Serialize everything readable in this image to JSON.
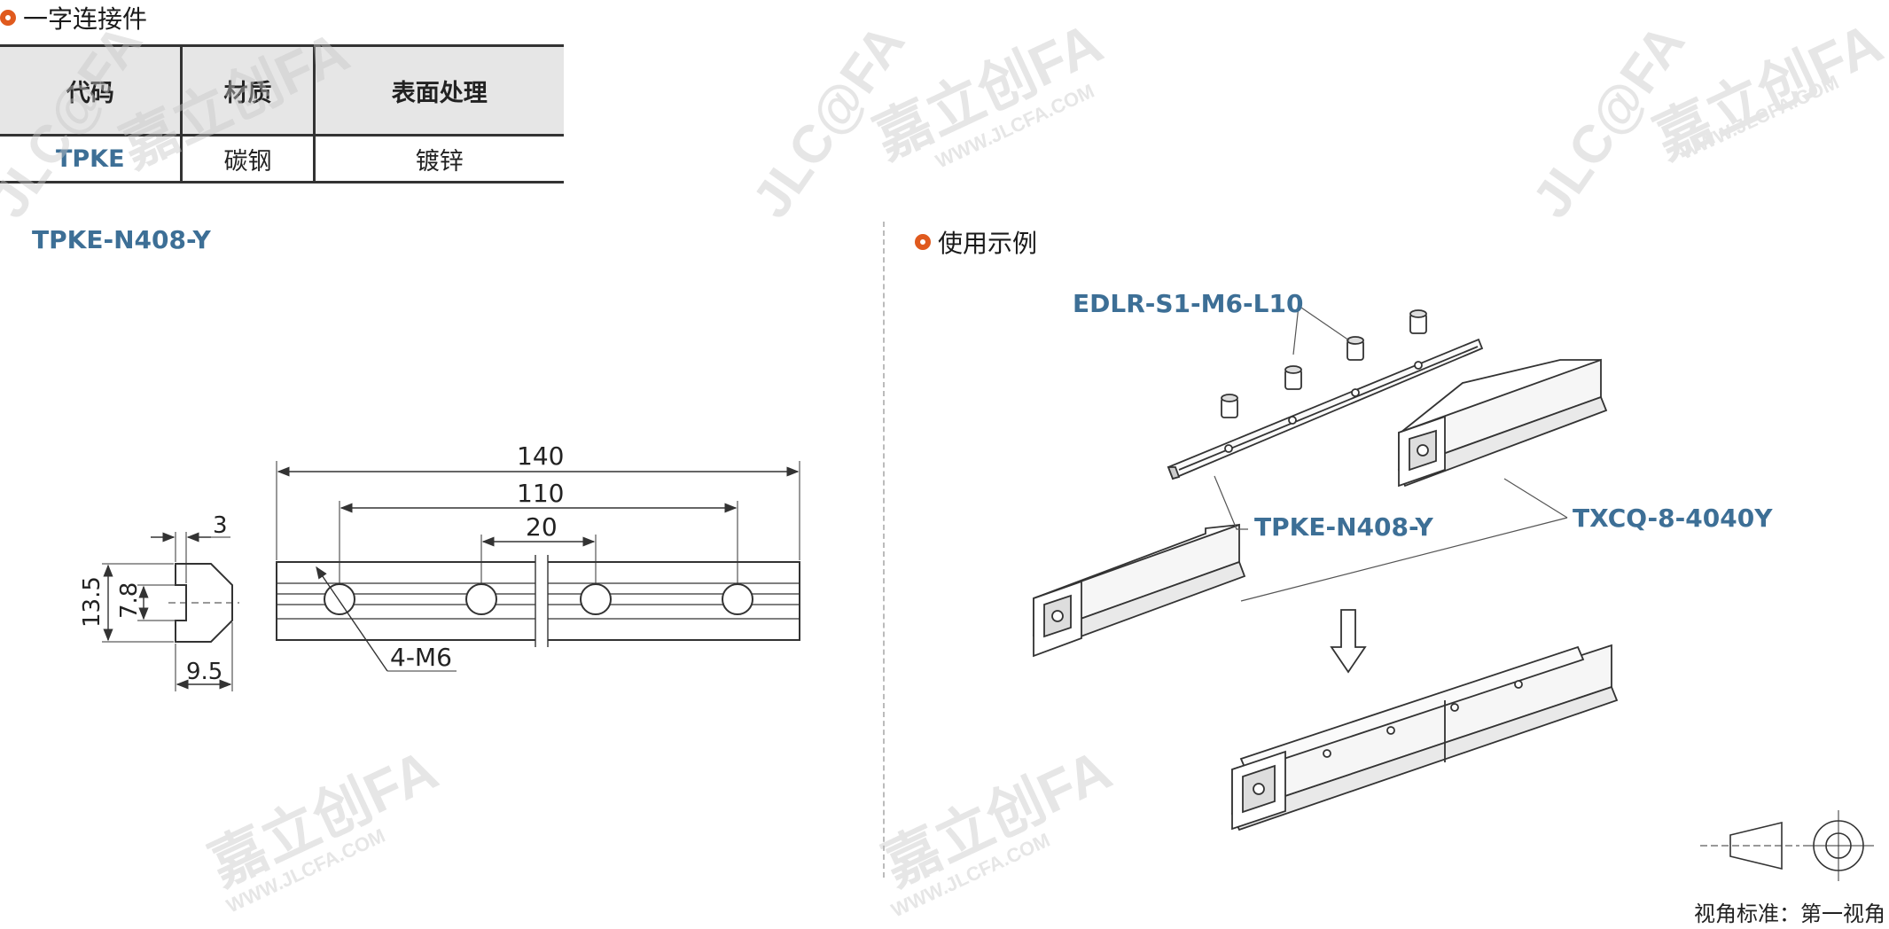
{
  "section1": {
    "title": "一字连接件"
  },
  "spec_table": {
    "headers": [
      "代码",
      "材质",
      "表面处理"
    ],
    "row": {
      "code": "TPKE",
      "material": "碳钢",
      "finish": "镀锌"
    }
  },
  "drawing": {
    "model": "TPKE-N408-Y",
    "dims": {
      "overall_length": "140",
      "hole_span": "110",
      "pitch": "20",
      "holes": "4-M6",
      "slot_width": "3",
      "height": "13.5",
      "inner_height": "7.8",
      "width": "9.5"
    }
  },
  "section2": {
    "title": "使用示例"
  },
  "usage": {
    "screw_label": "EDLR-S1-M6-L10",
    "connector_label": "TPKE-N408-Y",
    "profile_label": "TXCQ-8-4040Y"
  },
  "view_standard": "视角标准：第一视角",
  "watermark": {
    "brand": "嘉立创FA",
    "logo": "JLC@FA",
    "url": "WWW.JLCFA.COM"
  },
  "colors": {
    "accent": "#e05a1e",
    "label_blue": "#3d6f96"
  }
}
